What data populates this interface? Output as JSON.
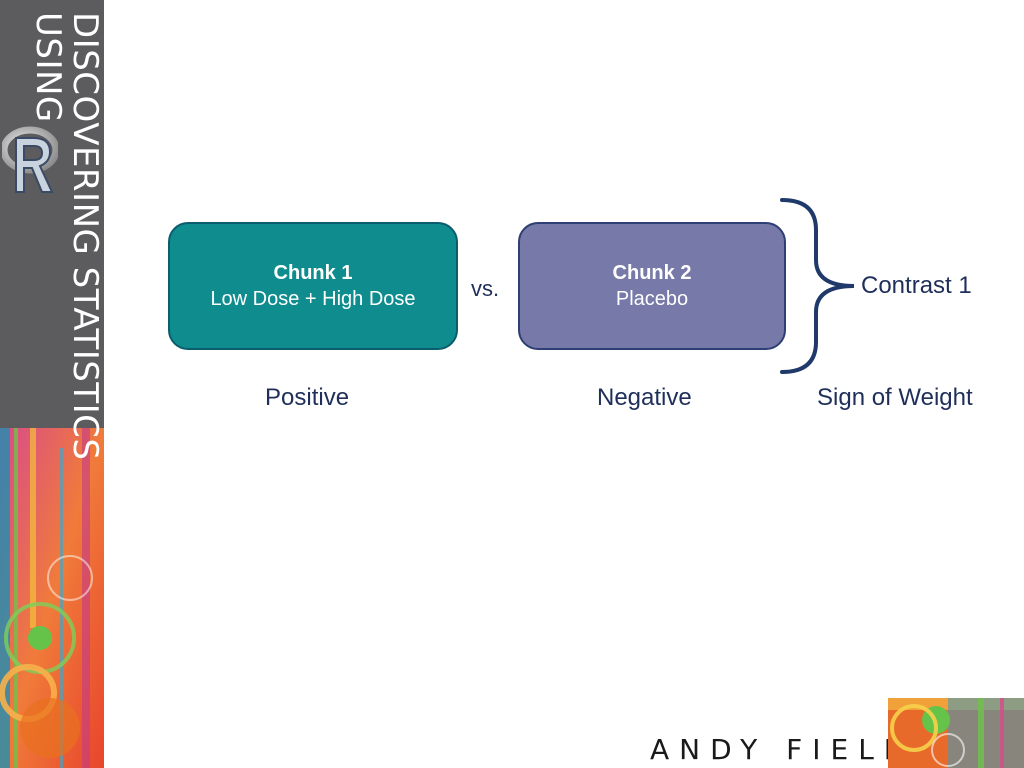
{
  "sidebar": {
    "title_line1": "DISCOVERING STATISTICS",
    "title_line2": "USING",
    "logo_icon": "r-logo-icon"
  },
  "diagram": {
    "chunk1": {
      "title": "Chunk 1",
      "subtitle": "Low Dose + High Dose",
      "color": "#0e8c8e"
    },
    "chunk2": {
      "title": "Chunk 2",
      "subtitle": "Placebo",
      "color": "#7779a8"
    },
    "vs_text": "vs.",
    "contrast_label": "Contrast 1",
    "positive_label": "Positive",
    "negative_label": "Negative",
    "sign_label": "Sign of Weight",
    "text_color": "#1f2f5a"
  },
  "footer": {
    "author": "ANDY FIELD"
  }
}
